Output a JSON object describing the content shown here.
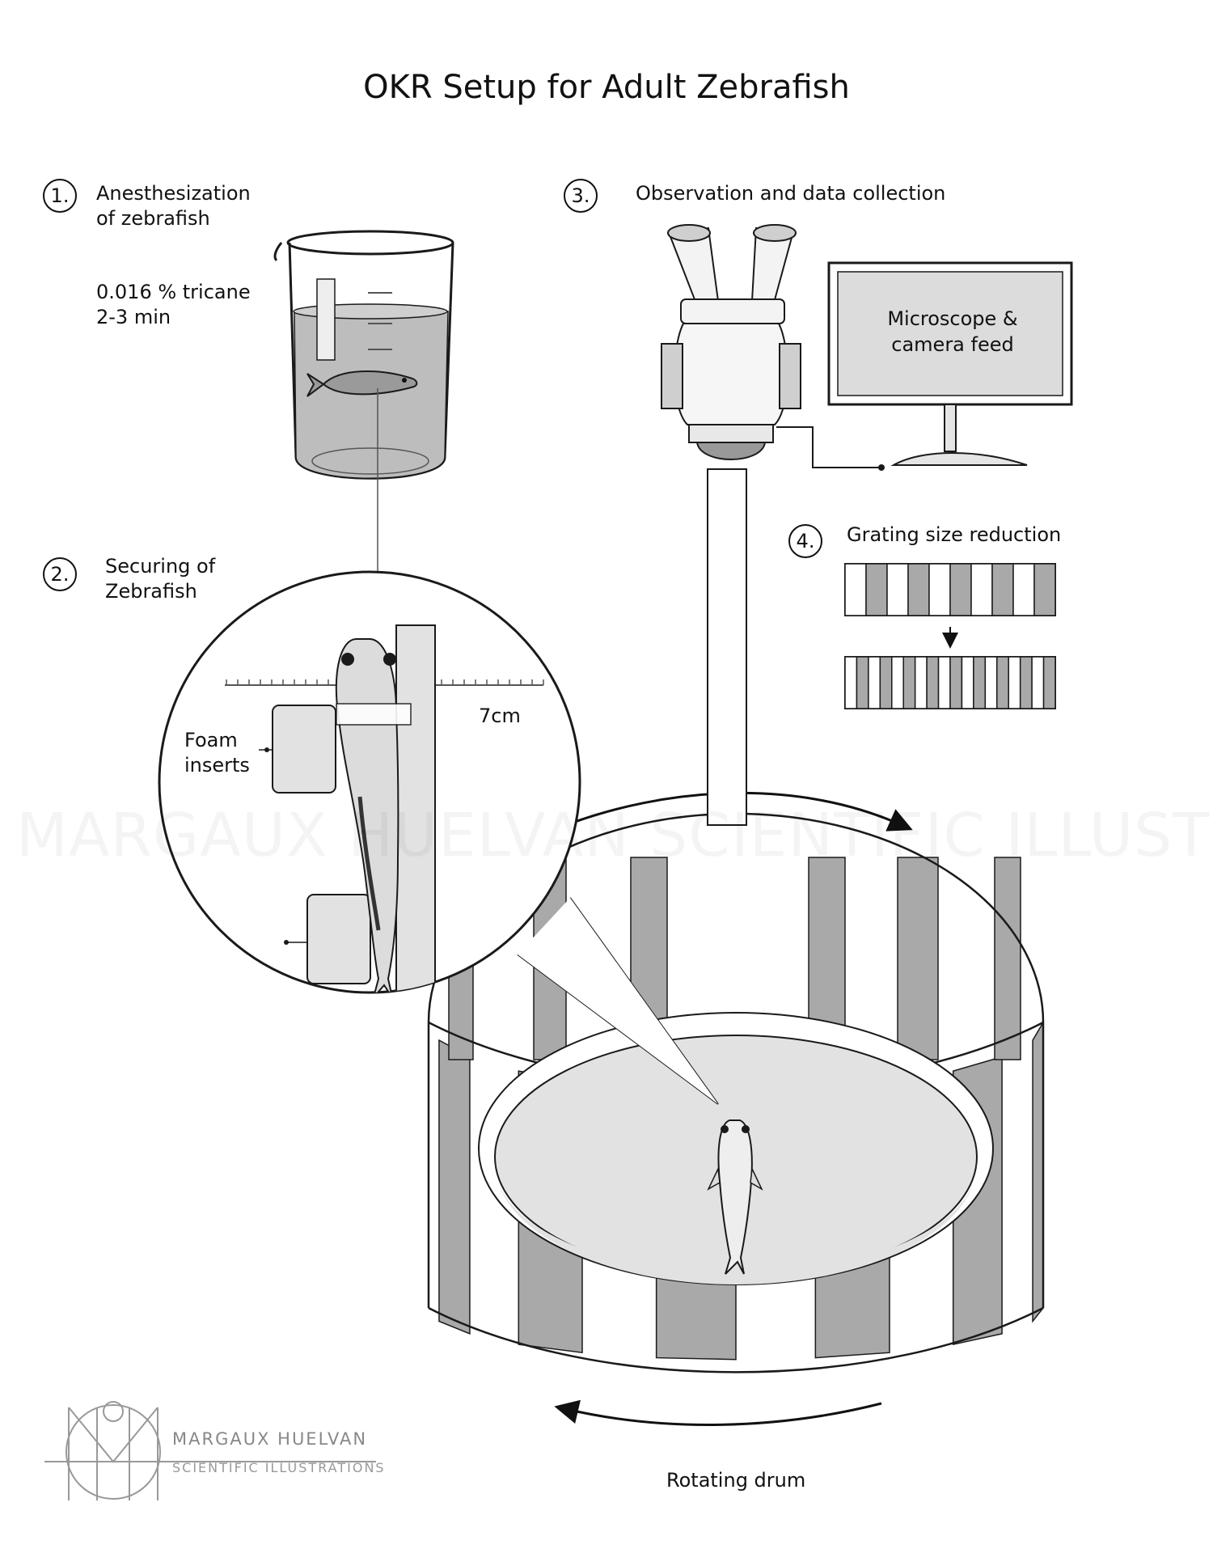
{
  "title": "OKR Setup for Adult Zebrafish",
  "steps": [
    {
      "number": "1.",
      "label": "Anesthesization\nof zebrafish",
      "detail": "0.016 % tricane\n2-3 min"
    },
    {
      "number": "2.",
      "label": "Securing of\nZebrafish"
    },
    {
      "number": "3.",
      "label": "Observation and data collection"
    },
    {
      "number": "4.",
      "label": "Grating size reduction"
    }
  ],
  "monitor_label": "Microscope &\ncamera feed",
  "foam_label": "Foam\ninserts",
  "scale_label": "7cm",
  "drum_label": "Rotating drum",
  "watermark": "MARGAUX HUELVAN SCIENTIFIC ILLUSTRATIONS",
  "logo": {
    "name": "MARGAUX HUELVAN",
    "subtitle": "SCIENTIFIC ILLUSTRATIONS"
  },
  "colors": {
    "stripe": "#a9a9a9",
    "water": "#bdbdbd",
    "light": "#e2e2e2",
    "line": "#1a1a1a"
  }
}
